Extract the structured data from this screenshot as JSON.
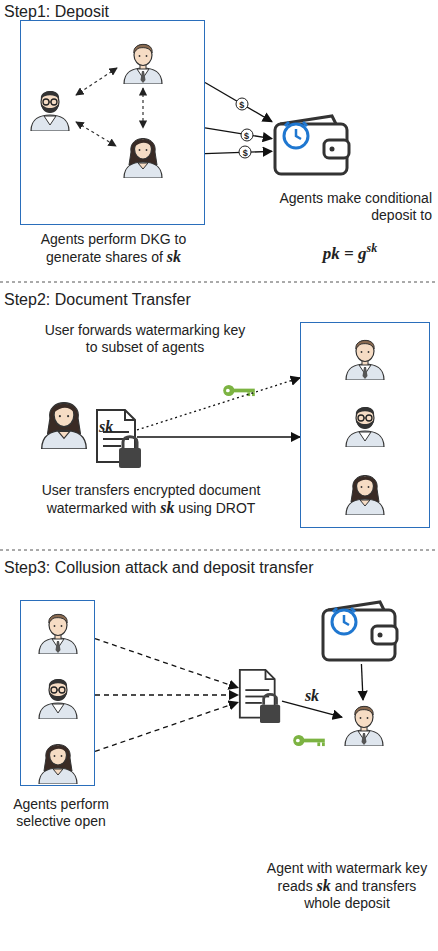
{
  "diagram": {
    "nodes": [
      {
        "text": [
          "Agents perform DKG to generate shares of sk"
        ]
      },
      {
        "text": [
          "Agents make conditional deposit to",
          "pk = gsk"
        ]
      },
      {
        "text": [
          "sk"
        ]
      },
      {
        "text": []
      },
      {
        "text": [
          "Agents perform selective open"
        ]
      },
      {
        "text": []
      },
      {
        "text": [
          "Agent with watermark key reads sk and transfers whole deposit"
        ]
      },
      {
        "text": []
      }
    ],
    "edges": [
      {
        "from": 0,
        "to": 1,
        "label": "$",
        "arrow": "to"
      },
      {
        "from": 0,
        "to": 1,
        "label": "$",
        "arrow": "to"
      },
      {
        "from": 0,
        "to": 1,
        "label": "$",
        "arrow": "to"
      },
      {
        "from": 2,
        "to": 3,
        "arrow": "to"
      },
      {
        "from": 2,
        "to": 3,
        "arrow": "to"
      },
      {
        "from": 4,
        "to": 5,
        "arrow": "to"
      },
      {
        "from": 4,
        "to": 5,
        "arrow": "to"
      },
      {
        "from": 4,
        "to": 5,
        "arrow": "to"
      },
      {
        "from": 5,
        "to": 6,
        "label": "sk",
        "arrow": "to"
      },
      {
        "from": 7,
        "to": 6,
        "arrow": "to"
      }
    ],
    "labels": [
      "Step1: Deposit",
      "Step2: Document Transfer",
      "User forwards watermarking key to subset of agents",
      "User transfers encrypted document watermarked with sk using DROT",
      "Step3: Collusion attack and deposit transfer"
    ]
  }
}
